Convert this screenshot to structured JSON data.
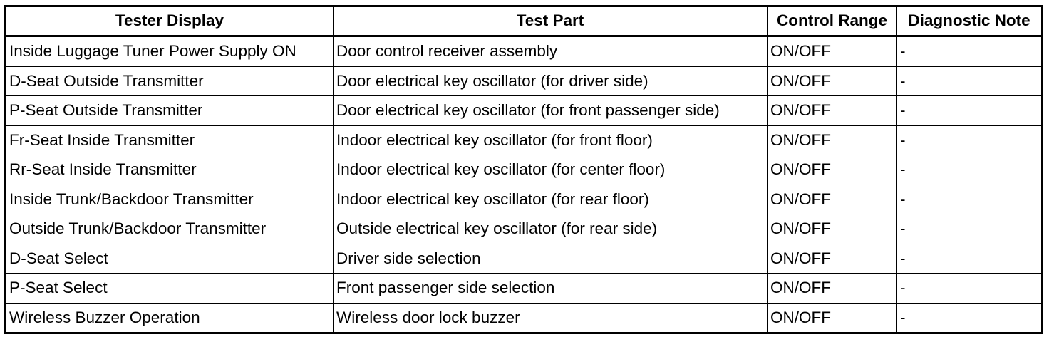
{
  "table": {
    "headers": [
      "Tester Display",
      "Test Part",
      "Control Range",
      "Diagnostic Note"
    ],
    "rows": [
      [
        "Inside Luggage Tuner Power Supply ON",
        "Door control receiver assembly",
        "ON/OFF",
        "-"
      ],
      [
        "D-Seat Outside Transmitter",
        "Door electrical key oscillator (for driver side)",
        "ON/OFF",
        "-"
      ],
      [
        "P-Seat Outside Transmitter",
        "Door electrical key oscillator (for front passenger side)",
        "ON/OFF",
        "-"
      ],
      [
        "Fr-Seat Inside Transmitter",
        "Indoor electrical key oscillator (for front floor)",
        "ON/OFF",
        "-"
      ],
      [
        "Rr-Seat Inside Transmitter",
        "Indoor electrical key oscillator (for center floor)",
        "ON/OFF",
        "-"
      ],
      [
        "Inside Trunk/Backdoor Transmitter",
        "Indoor electrical key oscillator (for rear floor)",
        "ON/OFF",
        "-"
      ],
      [
        "Outside Trunk/Backdoor Transmitter",
        "Outside electrical key oscillator (for rear side)",
        "ON/OFF",
        "-"
      ],
      [
        "D-Seat Select",
        "Driver side selection",
        "ON/OFF",
        "-"
      ],
      [
        "P-Seat Select",
        "Front passenger side selection",
        "ON/OFF",
        "-"
      ],
      [
        "Wireless Buzzer Operation",
        "Wireless door lock buzzer",
        "ON/OFF",
        "-"
      ]
    ]
  }
}
